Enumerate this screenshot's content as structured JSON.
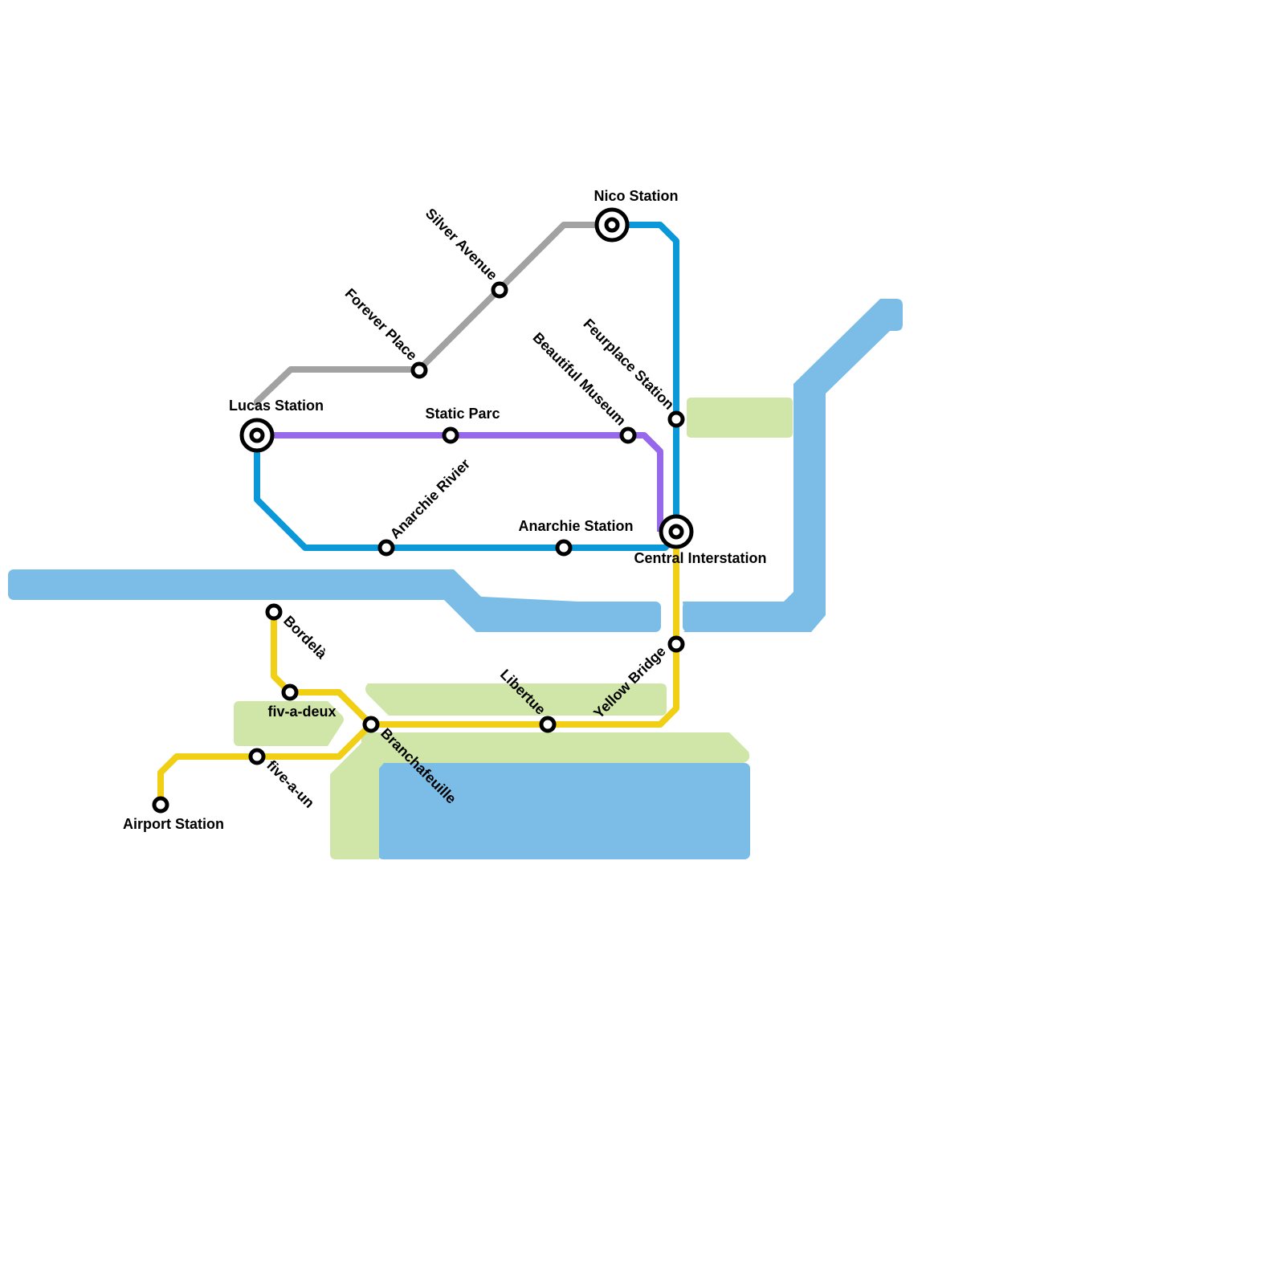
{
  "map": {
    "colors": {
      "water": "#7bbde7",
      "park": "#d0e6a8",
      "background": "#ffffff"
    },
    "lines": [
      {
        "id": "grey",
        "name": "Grey Line",
        "color": "#a2a2a2"
      },
      {
        "id": "blue",
        "name": "Blue Line",
        "color": "#0b98d8"
      },
      {
        "id": "purple",
        "name": "Purple Line",
        "color": "#9768ea"
      },
      {
        "id": "yellow",
        "name": "Yellow Line",
        "color": "#f0cf14"
      }
    ],
    "stations": {
      "nico": {
        "name": "Nico Station",
        "interchange": true
      },
      "silver": {
        "name": "Silver Avenue",
        "interchange": false
      },
      "forever": {
        "name": "Forever Place",
        "interchange": false
      },
      "lucas": {
        "name": "Lucas Station",
        "interchange": true
      },
      "static": {
        "name": "Static Parc",
        "interchange": false
      },
      "beautiful": {
        "name": "Beautiful Museum",
        "interchange": false
      },
      "feurplace": {
        "name": "Feurplace Station",
        "interchange": false
      },
      "central": {
        "name": "Central Interstation",
        "interchange": true
      },
      "anarchie_rivier": {
        "name": "Anarchie Rivier",
        "interchange": false
      },
      "anarchie_station": {
        "name": "Anarchie Station",
        "interchange": false
      },
      "bordela": {
        "name": "Bordelà",
        "interchange": false
      },
      "fiv_a_deux": {
        "name": "fiv-a-deux",
        "interchange": false
      },
      "branchafeuille": {
        "name": "Branchafeuille",
        "interchange": false
      },
      "five_a_un": {
        "name": "five-a-un",
        "interchange": false
      },
      "airport": {
        "name": "Airport Station",
        "interchange": false
      },
      "libertue": {
        "name": "Libertue",
        "interchange": false
      },
      "yellow_bridge": {
        "name": "Yellow Bridge",
        "interchange": false
      }
    }
  }
}
